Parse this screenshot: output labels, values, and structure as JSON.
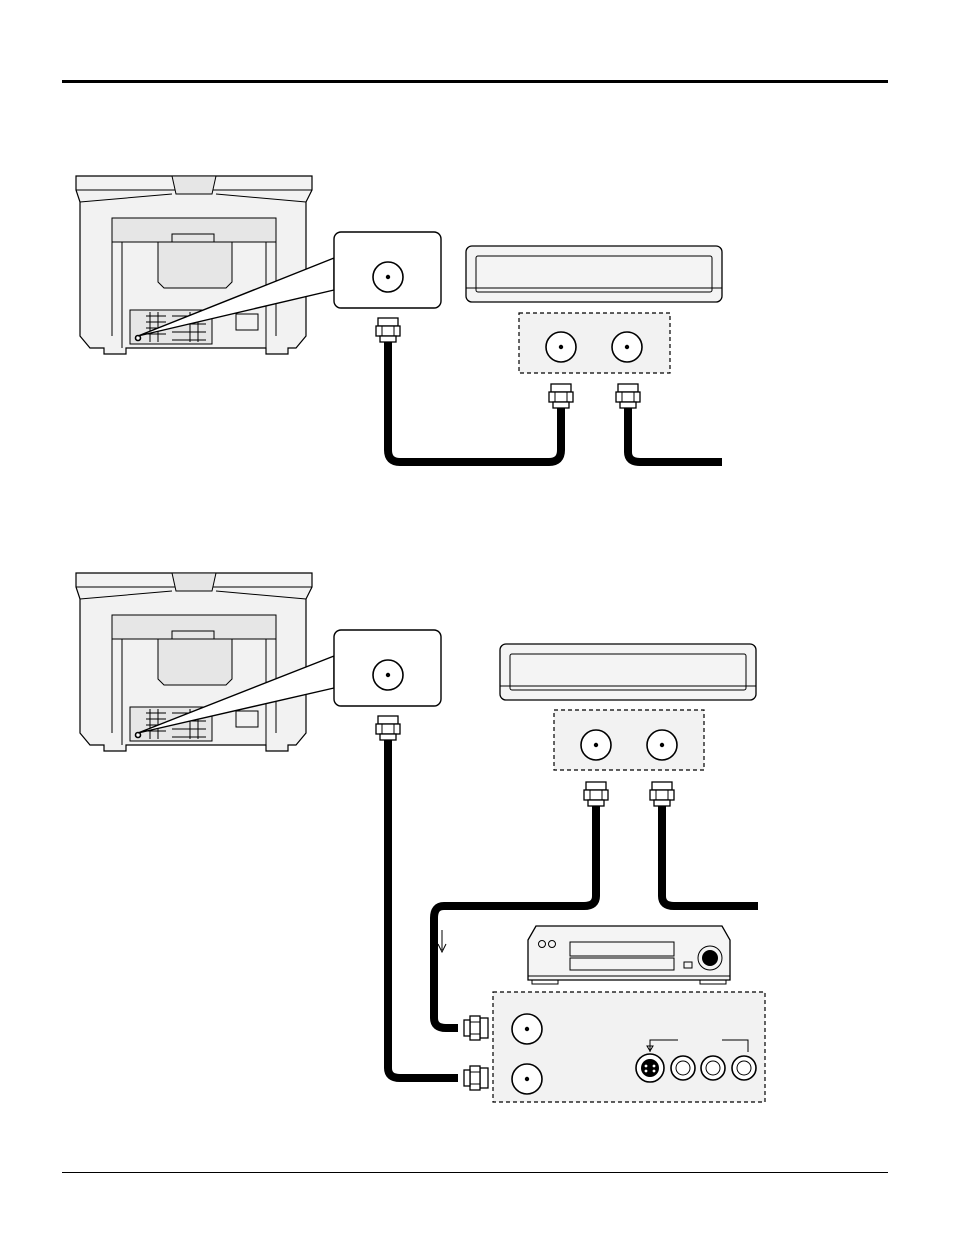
{
  "page": {
    "header_rule": "top-rule",
    "footer_rule": "bottom-rule"
  },
  "diagram_1": {
    "devices": [
      "tv-rear-view",
      "tv-antenna-jack-callout",
      "cable-box",
      "cable-box-jack-panel"
    ],
    "cables": [
      "cable-box-out-to-tv",
      "incoming-cable-line"
    ]
  },
  "diagram_2": {
    "devices": [
      "tv-rear-view",
      "tv-antenna-jack-callout",
      "cable-box",
      "cable-box-jack-panel",
      "vcr",
      "vcr-jack-panel"
    ],
    "cables": [
      "cable-box-out-to-vcr-in",
      "vcr-out-to-tv",
      "incoming-cable-line"
    ],
    "vcr_jacks": [
      "rf-in",
      "rf-out",
      "s-video",
      "video",
      "audio-l",
      "audio-r"
    ]
  }
}
